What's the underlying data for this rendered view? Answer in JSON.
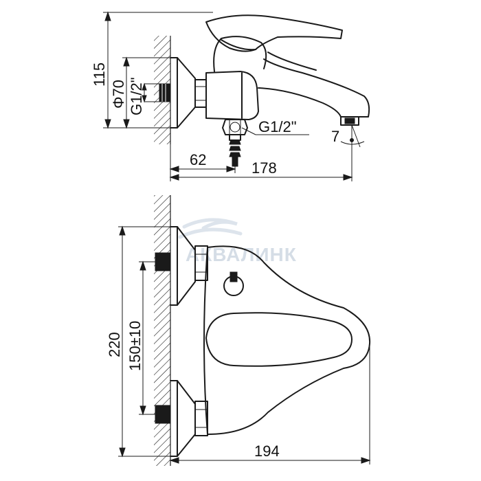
{
  "drawing": {
    "watermark": "АКВАЛИНК",
    "side_view": {
      "dim_height": "115",
      "dim_flange_diameter": "Φ70",
      "dim_inlet_thread": "G1/2\"",
      "dim_outlet_thread": "G1/2\"",
      "dim_hose_offset": "62",
      "dim_length": "178",
      "dim_spout_angle": "7"
    },
    "front_view": {
      "dim_width": "220",
      "dim_center_distance": "150±10",
      "dim_depth": "194"
    }
  }
}
